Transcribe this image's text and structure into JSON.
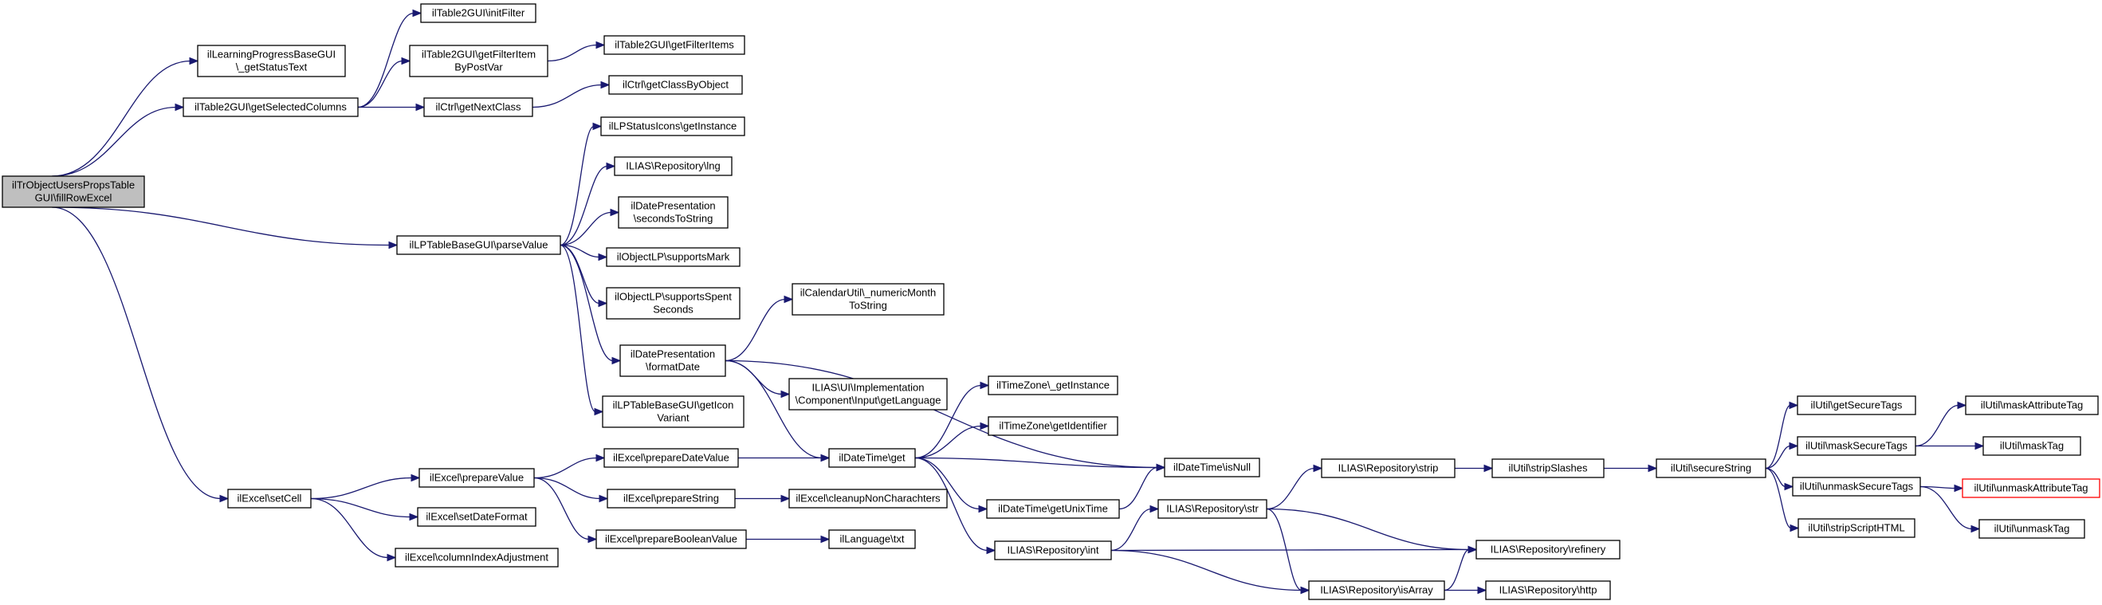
{
  "nodes": [
    {
      "id": "root",
      "lines": [
        "ilTrObjectUsersPropsTable",
        "GUI\\fillRowExcel"
      ],
      "style": "root"
    },
    {
      "id": "lpstatus",
      "lines": [
        "ilLearningProgressBaseGUI",
        "\\_getStatusText"
      ]
    },
    {
      "id": "selcols",
      "lines": [
        "ilTable2GUI\\getSelectedColumns"
      ]
    },
    {
      "id": "initfilter",
      "lines": [
        "ilTable2GUI\\initFilter"
      ]
    },
    {
      "id": "filteritem",
      "lines": [
        "ilTable2GUI\\getFilterItem",
        "ByPostVar"
      ]
    },
    {
      "id": "filteritems",
      "lines": [
        "ilTable2GUI\\getFilterItems"
      ]
    },
    {
      "id": "nextclass",
      "lines": [
        "ilCtrl\\getNextClass"
      ]
    },
    {
      "id": "classbyobj",
      "lines": [
        "ilCtrl\\getClassByObject"
      ]
    },
    {
      "id": "parsevalue",
      "lines": [
        "ilLPTableBaseGUI\\parseValue"
      ]
    },
    {
      "id": "statusicons",
      "lines": [
        "ilLPStatusIcons\\getInstance"
      ]
    },
    {
      "id": "replng",
      "lines": [
        "ILIAS\\Repository\\lng"
      ]
    },
    {
      "id": "secstostr",
      "lines": [
        "ilDatePresentation",
        "\\secondsToString"
      ]
    },
    {
      "id": "suppmark",
      "lines": [
        "ilObjectLP\\supportsMark"
      ]
    },
    {
      "id": "suppspent",
      "lines": [
        "ilObjectLP\\supportsSpent",
        "Seconds"
      ]
    },
    {
      "id": "formatdate",
      "lines": [
        "ilDatePresentation",
        "\\formatDate"
      ]
    },
    {
      "id": "numericmonth",
      "lines": [
        "ilCalendarUtil\\_numericMonth",
        "ToString"
      ]
    },
    {
      "id": "getlanguage",
      "lines": [
        "ILIAS\\UI\\Implementation",
        "\\Component\\Input\\getLanguage"
      ]
    },
    {
      "id": "iconvariant",
      "lines": [
        "ilLPTableBaseGUI\\getIcon",
        "Variant"
      ]
    },
    {
      "id": "tzinstance",
      "lines": [
        "ilTimeZone\\_getInstance"
      ]
    },
    {
      "id": "tzident",
      "lines": [
        "ilTimeZone\\getIdentifier"
      ]
    },
    {
      "id": "dtget",
      "lines": [
        "ilDateTime\\get"
      ]
    },
    {
      "id": "dtisnull",
      "lines": [
        "ilDateTime\\isNull"
      ]
    },
    {
      "id": "dtunix",
      "lines": [
        "ilDateTime\\getUnixTime"
      ]
    },
    {
      "id": "setcell",
      "lines": [
        "ilExcel\\setCell"
      ]
    },
    {
      "id": "prepvalue",
      "lines": [
        "ilExcel\\prepareValue"
      ]
    },
    {
      "id": "prepdate",
      "lines": [
        "ilExcel\\prepareDateValue"
      ]
    },
    {
      "id": "prepstring",
      "lines": [
        "ilExcel\\prepareString"
      ]
    },
    {
      "id": "cleanup",
      "lines": [
        "ilExcel\\cleanupNonCharachters"
      ]
    },
    {
      "id": "prepbool",
      "lines": [
        "ilExcel\\prepareBooleanValue"
      ]
    },
    {
      "id": "langtxt",
      "lines": [
        "ilLanguage\\txt"
      ]
    },
    {
      "id": "setdatefmt",
      "lines": [
        "ilExcel\\setDateFormat"
      ]
    },
    {
      "id": "colidx",
      "lines": [
        "ilExcel\\columnIndexAdjustment"
      ]
    },
    {
      "id": "repint",
      "lines": [
        "ILIAS\\Repository\\int"
      ]
    },
    {
      "id": "repstrip",
      "lines": [
        "ILIAS\\Repository\\strip"
      ]
    },
    {
      "id": "repstr",
      "lines": [
        "ILIAS\\Repository\\str"
      ]
    },
    {
      "id": "striplashes",
      "lines": [
        "ilUtil\\stripSlashes"
      ]
    },
    {
      "id": "refinery",
      "lines": [
        "ILIAS\\Repository\\refinery"
      ]
    },
    {
      "id": "isarray",
      "lines": [
        "ILIAS\\Repository\\isArray"
      ]
    },
    {
      "id": "http",
      "lines": [
        "ILIAS\\Repository\\http"
      ]
    },
    {
      "id": "securestr",
      "lines": [
        "ilUtil\\secureString"
      ]
    },
    {
      "id": "getsecuretags",
      "lines": [
        "ilUtil\\getSecureTags"
      ]
    },
    {
      "id": "masksecure",
      "lines": [
        "ilUtil\\maskSecureTags"
      ]
    },
    {
      "id": "unmasksecure",
      "lines": [
        "ilUtil\\unmaskSecureTags"
      ]
    },
    {
      "id": "stripscript",
      "lines": [
        "ilUtil\\stripScriptHTML"
      ]
    },
    {
      "id": "maskattr",
      "lines": [
        "ilUtil\\maskAttributeTag"
      ]
    },
    {
      "id": "masktag",
      "lines": [
        "ilUtil\\maskTag"
      ]
    },
    {
      "id": "unmaskattr",
      "lines": [
        "ilUtil\\unmaskAttributeTag"
      ],
      "style": "missing"
    },
    {
      "id": "unmasktag",
      "lines": [
        "ilUtil\\unmaskTag"
      ]
    }
  ],
  "edges": [
    [
      "root",
      "lpstatus"
    ],
    [
      "root",
      "selcols"
    ],
    [
      "root",
      "parsevalue"
    ],
    [
      "root",
      "setcell"
    ],
    [
      "selcols",
      "initfilter"
    ],
    [
      "selcols",
      "filteritem"
    ],
    [
      "selcols",
      "nextclass"
    ],
    [
      "filteritem",
      "filteritems"
    ],
    [
      "nextclass",
      "classbyobj"
    ],
    [
      "parsevalue",
      "statusicons"
    ],
    [
      "parsevalue",
      "replng"
    ],
    [
      "parsevalue",
      "secstostr"
    ],
    [
      "parsevalue",
      "suppmark"
    ],
    [
      "parsevalue",
      "suppspent"
    ],
    [
      "parsevalue",
      "formatdate"
    ],
    [
      "parsevalue",
      "iconvariant"
    ],
    [
      "formatdate",
      "numericmonth"
    ],
    [
      "formatdate",
      "dtisnull"
    ],
    [
      "formatdate",
      "getlanguage"
    ],
    [
      "formatdate",
      "dtget"
    ],
    [
      "dtget",
      "tzinstance"
    ],
    [
      "dtget",
      "tzident"
    ],
    [
      "dtget",
      "dtisnull"
    ],
    [
      "dtget",
      "dtunix"
    ],
    [
      "dtget",
      "repint"
    ],
    [
      "dtunix",
      "dtisnull"
    ],
    [
      "setcell",
      "prepvalue"
    ],
    [
      "setcell",
      "setdatefmt"
    ],
    [
      "setcell",
      "colidx"
    ],
    [
      "prepvalue",
      "prepdate"
    ],
    [
      "prepvalue",
      "prepstring"
    ],
    [
      "prepvalue",
      "prepbool"
    ],
    [
      "prepdate",
      "dtget"
    ],
    [
      "prepstring",
      "cleanup"
    ],
    [
      "prepbool",
      "langtxt"
    ],
    [
      "repint",
      "repstr"
    ],
    [
      "repint",
      "refinery"
    ],
    [
      "repint",
      "isarray"
    ],
    [
      "repstr",
      "repstrip"
    ],
    [
      "repstr",
      "refinery"
    ],
    [
      "repstr",
      "isarray"
    ],
    [
      "repstrip",
      "striplashes"
    ],
    [
      "striplashes",
      "securestr"
    ],
    [
      "isarray",
      "refinery"
    ],
    [
      "isarray",
      "http"
    ],
    [
      "securestr",
      "getsecuretags"
    ],
    [
      "securestr",
      "masksecure"
    ],
    [
      "securestr",
      "unmasksecure"
    ],
    [
      "securestr",
      "stripscript"
    ],
    [
      "masksecure",
      "maskattr"
    ],
    [
      "masksecure",
      "masktag"
    ],
    [
      "unmasksecure",
      "unmaskattr"
    ],
    [
      "unmasksecure",
      "unmasktag"
    ]
  ]
}
